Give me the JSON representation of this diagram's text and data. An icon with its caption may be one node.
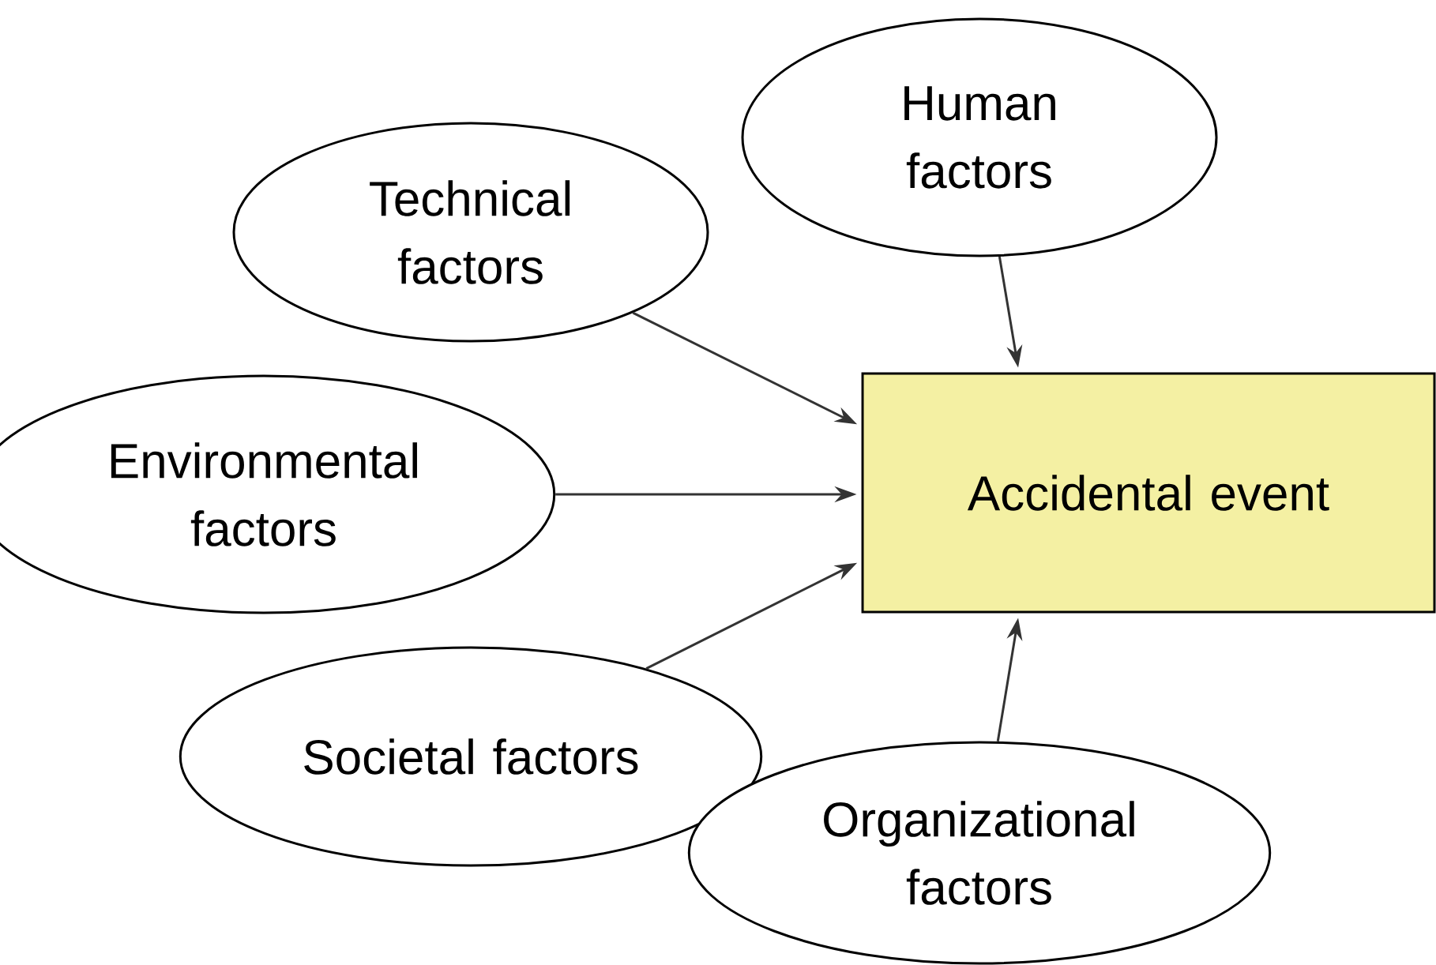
{
  "diagram": {
    "nodes": [
      {
        "text": [
          "Human factors"
        ]
      },
      {
        "text": [
          "Technical factors"
        ]
      },
      {
        "text": [
          "Environmental factors"
        ]
      },
      {
        "text": [
          "Accidental event"
        ]
      },
      {
        "text": [
          "Societal factors"
        ]
      },
      {
        "text": [
          "Organizational factors"
        ]
      }
    ],
    "edges": [
      {
        "from": 0,
        "to": 3,
        "arrow": "to"
      },
      {
        "from": 1,
        "to": 3,
        "arrow": "to"
      },
      {
        "from": 2,
        "to": 3,
        "arrow": "to"
      },
      {
        "from": 4,
        "to": 3,
        "arrow": "to"
      },
      {
        "from": 5,
        "to": 3,
        "arrow": "to"
      }
    ]
  }
}
